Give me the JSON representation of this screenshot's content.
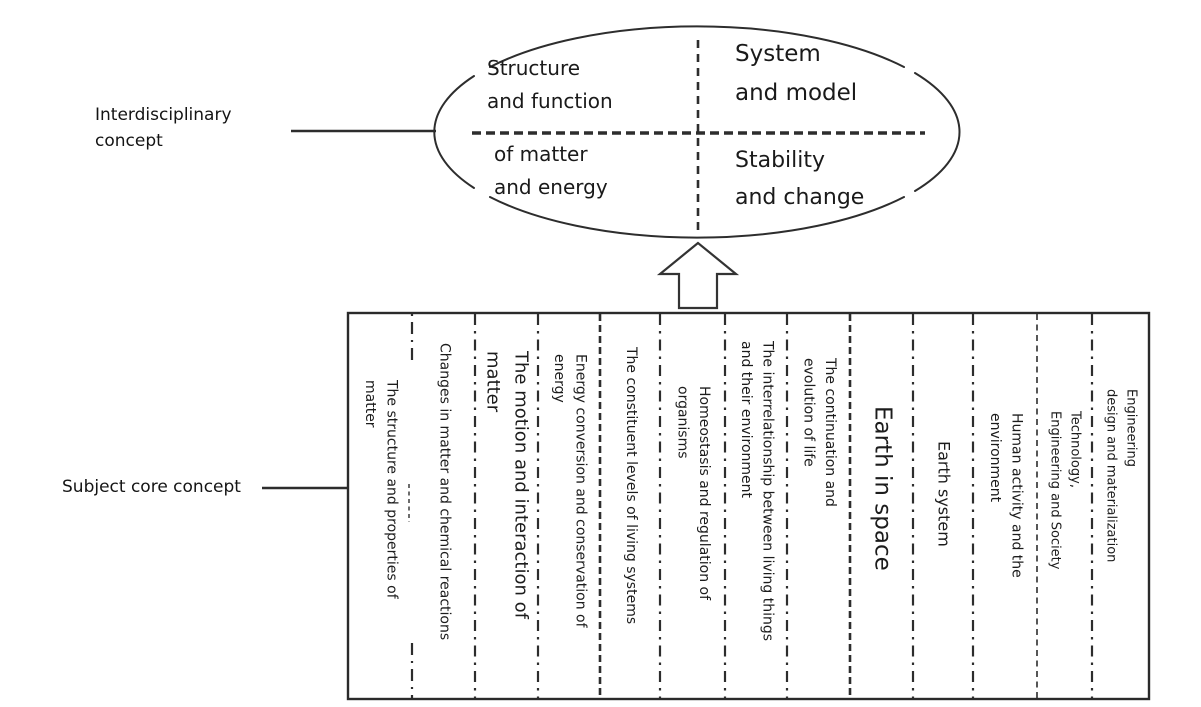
{
  "colors": {
    "ink": "#2d2d2d",
    "text": "#1a1a1a",
    "background": "#ffffff"
  },
  "interdisciplinary_concept": {
    "label_lines": [
      "Interdisciplinary",
      "concept"
    ],
    "quadrants": {
      "left_top_lines": [
        "Structure",
        "and function"
      ],
      "left_bottom_lines": [
        "of matter",
        "and energy"
      ],
      "right_top_lines": [
        "System",
        "and model"
      ],
      "right_bottom_lines": [
        "Stability",
        "and change"
      ]
    }
  },
  "subject_core_concept": {
    "label": "Subject core concept",
    "columns": [
      {
        "lines": [
          "The structure and properties of",
          "matter"
        ],
        "size": "base",
        "divider_after": "sparse",
        "ellipsis_after": true
      },
      {
        "lines": [
          "Changes in matter and chemical reactions"
        ],
        "size": "base",
        "divider_after": "dashdot"
      },
      {
        "lines": [
          "The motion and interaction of",
          "matter"
        ],
        "size": "lg",
        "divider_after": "dashdot"
      },
      {
        "lines": [
          "Energy conversion and conservation of",
          "energy"
        ],
        "size": "base",
        "divider_after": "dashed"
      },
      {
        "lines": [
          "The constituent levels of living systems"
        ],
        "size": "base",
        "divider_after": "dashdot"
      },
      {
        "lines": [
          "Homeostasis and regulation of",
          "organisms"
        ],
        "size": "base",
        "divider_after": "dashdot"
      },
      {
        "lines": [
          "The interrelationship between living things",
          "and their environment"
        ],
        "size": "base",
        "divider_after": "dashdot"
      },
      {
        "lines": [
          "The continuation and",
          "evolution of life"
        ],
        "size": "base",
        "divider_after": "dashed"
      },
      {
        "lines": [
          "Earth in space"
        ],
        "size": "xl",
        "divider_after": "dashdot"
      },
      {
        "lines": [
          "Earth system"
        ],
        "size": "md",
        "divider_after": "dashdot"
      },
      {
        "lines": [
          "Human activity and the",
          "environment"
        ],
        "size": "base",
        "divider_after": "dashed-thin"
      },
      {
        "lines": [
          "Technology,",
          "Engineering and Society"
        ],
        "size": "sm",
        "divider_after": "dashdot"
      },
      {
        "lines": [
          "Engineering",
          "design and materialization"
        ],
        "size": "sm",
        "divider_after": "none"
      }
    ]
  }
}
